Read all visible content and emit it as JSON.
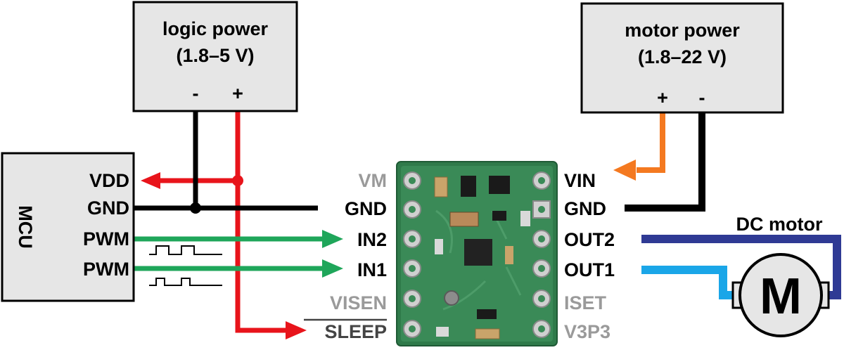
{
  "logic_power": {
    "title": "logic power",
    "range": "(1.8–5 V)",
    "minus": "-",
    "plus": "+"
  },
  "motor_power": {
    "title": "motor power",
    "range": "(1.8–22 V)",
    "plus": "+",
    "minus": "-"
  },
  "mcu": {
    "label": "MCU",
    "pins": [
      "VDD",
      "GND",
      "PWM",
      "PWM"
    ]
  },
  "board_left_pins": [
    {
      "label": "VM",
      "active": false
    },
    {
      "label": "GND",
      "active": true
    },
    {
      "label": "IN2",
      "active": true
    },
    {
      "label": "IN1",
      "active": true
    },
    {
      "label": "VISEN",
      "active": false
    },
    {
      "label": "SLEEP",
      "active": true
    }
  ],
  "board_right_pins": [
    {
      "label": "VIN",
      "active": true
    },
    {
      "label": "GND",
      "active": true
    },
    {
      "label": "OUT2",
      "active": true
    },
    {
      "label": "OUT1",
      "active": true
    },
    {
      "label": "ISET",
      "active": false
    },
    {
      "label": "V3P3",
      "active": false
    }
  ],
  "motor": {
    "title": "DC motor",
    "symbol": "M"
  },
  "colors": {
    "logic_wire": "#e8141b",
    "ground_wire": "#000000",
    "signal_wire": "#1fa65a",
    "motor_power_wire": "#f47920",
    "out2_wire": "#2f3a94",
    "out1_wire": "#1aa6e8",
    "box_fill": "#e6e6e6",
    "board_green": "#2f7a4a",
    "inactive_label": "#9a9a9a"
  }
}
